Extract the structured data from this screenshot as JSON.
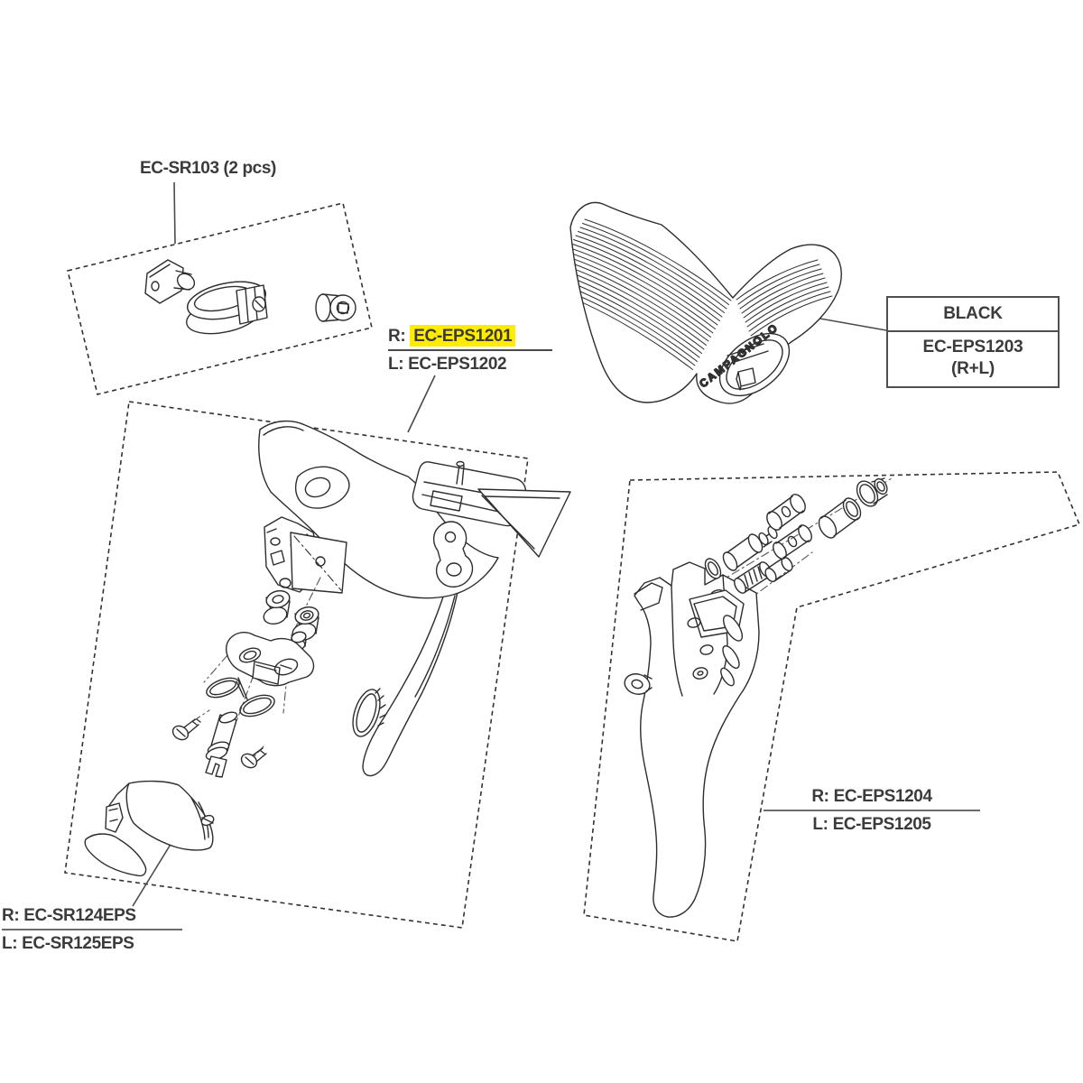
{
  "diagram": {
    "brand_text": "CAMPAGNOLO",
    "highlight_color": "#ffec00",
    "highlight_style": "background:#ffec00",
    "callouts": {
      "sr103": {
        "label": "EC-SR103 (2 pcs)"
      },
      "eps1201": {
        "right_prefix": "R:",
        "right_code": "EC-EPS1201",
        "left_prefix": "L:",
        "left_code": "EC-EPS1202"
      },
      "eps1203": {
        "color_label": "BLACK",
        "code": "EC-EPS1203",
        "variant": "(R+L)"
      },
      "eps1204": {
        "right_prefix": "R:",
        "right_code": "EC-EPS1204",
        "left_prefix": "L:",
        "left_code": "EC-EPS1205"
      },
      "sr124": {
        "right_prefix": "R:",
        "right_code": "EC-SR124EPS",
        "left_prefix": "L:",
        "left_code": "EC-SR125EPS"
      }
    }
  }
}
